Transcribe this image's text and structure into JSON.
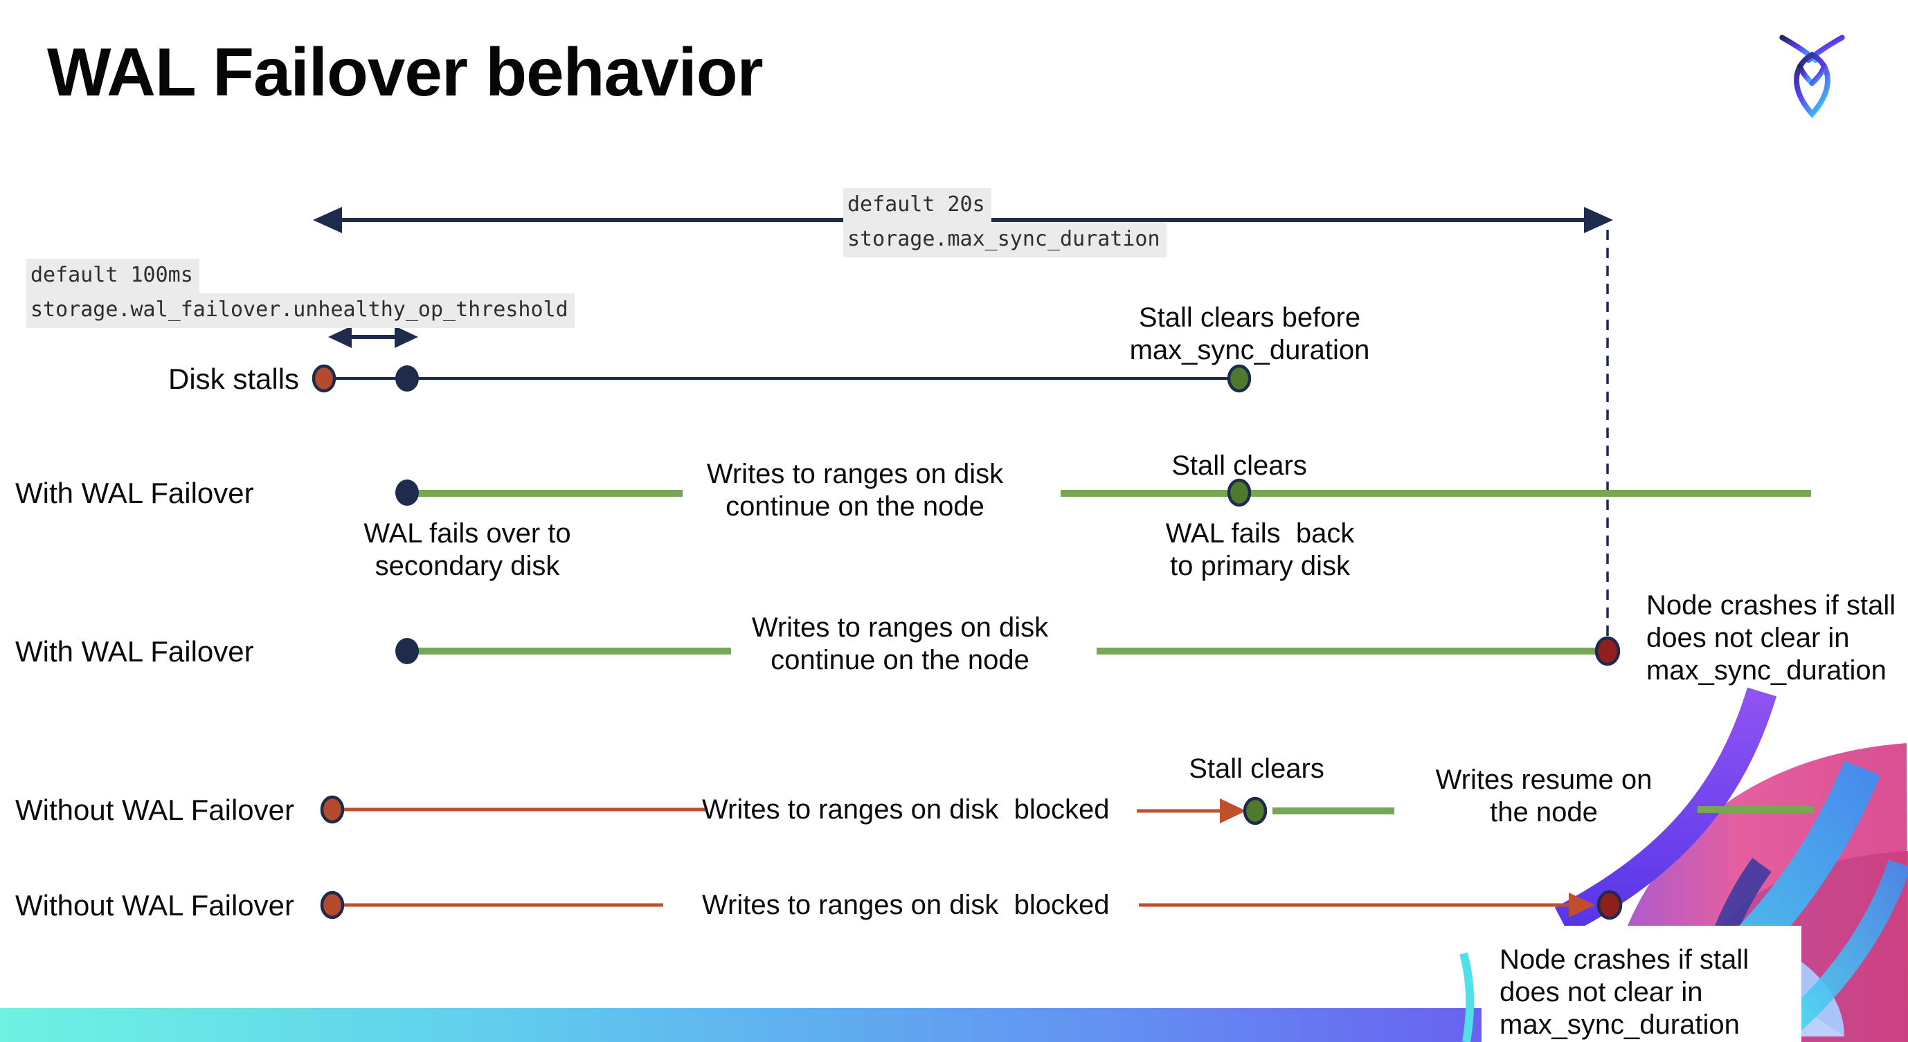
{
  "title": "WAL Failover behavior",
  "logo": {
    "name": "cockroachdb-logo"
  },
  "callouts": {
    "max_sync": {
      "default": "default 20s",
      "setting": "storage.max_sync_duration"
    },
    "unhealthy_op": {
      "default": "default 100ms",
      "setting": "storage.wal_failover.unhealthy_op_threshold"
    }
  },
  "rows": {
    "disk_stalls": {
      "label": "Disk stalls",
      "stall1": "Stall clears before",
      "stall2": "max_sync_duration"
    },
    "wal_failover_clears": {
      "label": "With WAL Failover",
      "failover1": "WAL fails over to",
      "failover2": "secondary disk",
      "writes1": "Writes to ranges on disk",
      "writes2": "continue on the node",
      "stall": "Stall clears",
      "failback1": "WAL fails  back",
      "failback2": "to primary disk"
    },
    "wal_failover_crash": {
      "label": "With WAL Failover",
      "writes1": "Writes to ranges on disk",
      "writes2": "continue on the node",
      "crash1": "Node crashes if stall",
      "crash2": "does not clear in",
      "crash3": "max_sync_duration"
    },
    "no_failover_clears": {
      "label": "Without WAL Failover",
      "blocked": "Writes to ranges on disk  blocked",
      "stall": "Stall clears",
      "resume1": "Writes resume on",
      "resume2": "the node"
    },
    "no_failover_crash": {
      "label": "Without WAL Failover",
      "blocked": "Writes to ranges on disk  blocked",
      "crash1": "Node crashes if stall",
      "crash2": "does not clear in",
      "crash3": "max_sync_duration"
    }
  },
  "colors": {
    "navy": "#1e2b4d",
    "green_line": "#77a756",
    "green_dot": "#4e7a2e",
    "red_dot": "#b5492e",
    "maroon_dot": "#8e201d",
    "red_line": "#c04f2e",
    "code_bg": "#ebebeb",
    "bar_left": "#6ef2e2",
    "bar_right": "#7a55ee"
  }
}
